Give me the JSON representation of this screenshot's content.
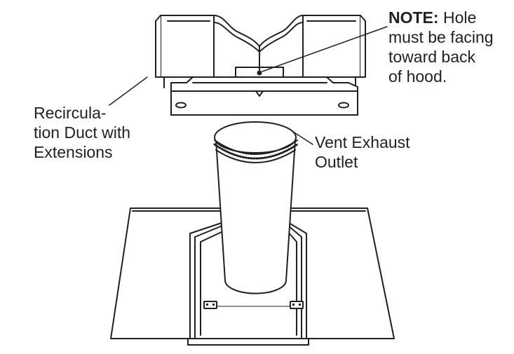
{
  "labels": {
    "note": {
      "bold": "NOTE:",
      "first": "Hole",
      "lines": [
        "must be facing",
        "toward back",
        "of hood."
      ]
    },
    "recirc": {
      "lines": [
        "Recircula-",
        "tion Duct with",
        "Extensions"
      ]
    },
    "vent": {
      "lines": [
        "Vent Exhaust",
        "Outlet"
      ]
    }
  },
  "colors": {
    "stroke": "#231f20",
    "fill": "#ffffff"
  }
}
